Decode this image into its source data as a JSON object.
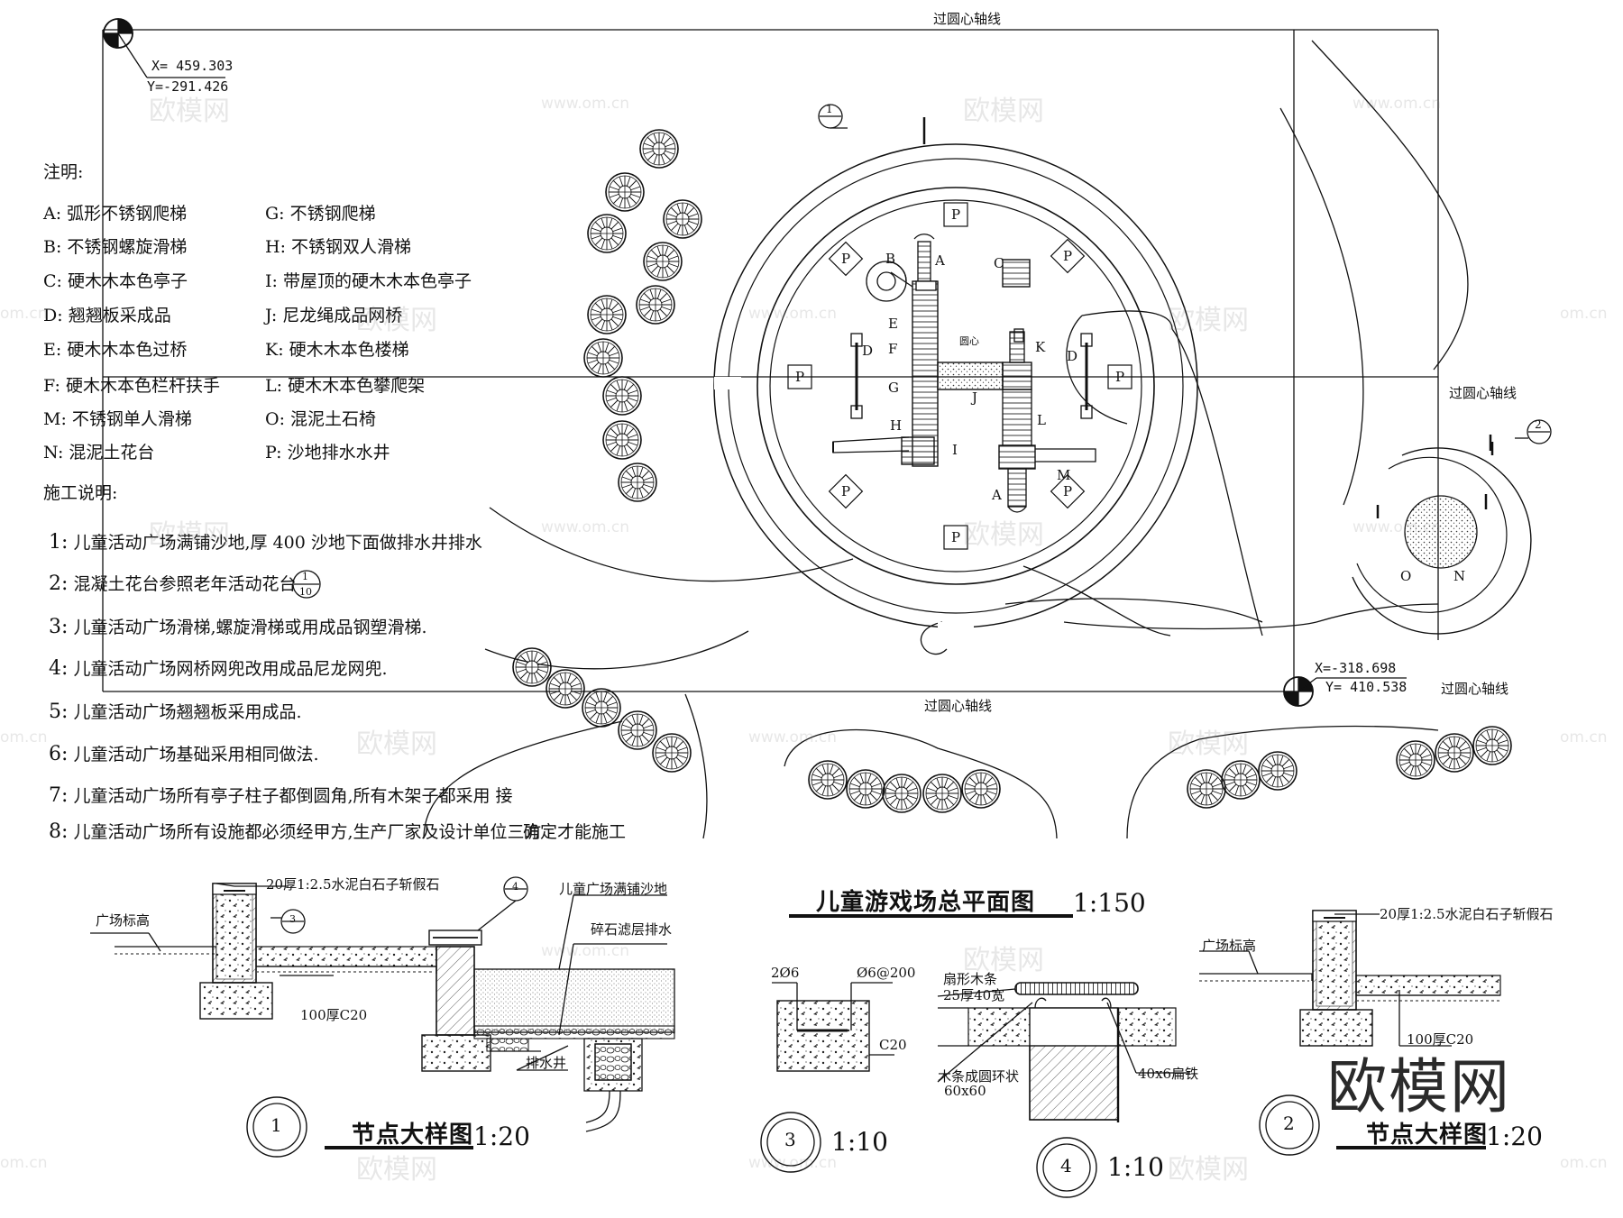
{
  "axis_labels": {
    "top": "过圆心轴线",
    "right_mid": "过圆心轴线",
    "bottom_mid": "过圆心轴线",
    "bottom_right": "过圆心轴线"
  },
  "coords": {
    "top_left": {
      "x": "X= 459.303",
      "y": "Y=-291.426"
    },
    "bottom_right": {
      "x": "X=-318.698",
      "y": "Y= 410.538"
    }
  },
  "notes": {
    "heading": "注明:",
    "left": [
      {
        "key": "A:",
        "text": "弧形不锈钢爬梯"
      },
      {
        "key": "B:",
        "text": "不锈钢螺旋滑梯"
      },
      {
        "key": "C:",
        "text": "硬木木本色亭子"
      },
      {
        "key": "D:",
        "text": "翘翘板采成品"
      },
      {
        "key": "E:",
        "text": "硬木木本色过桥"
      },
      {
        "key": "F:",
        "text": "硬木木本色栏杆扶手"
      },
      {
        "key": "M:",
        "text": "不锈钢单人滑梯"
      },
      {
        "key": "N:",
        "text": "混泥土花台"
      }
    ],
    "right": [
      {
        "key": "G:",
        "text": "不锈钢爬梯"
      },
      {
        "key": "H:",
        "text": "不锈钢双人滑梯"
      },
      {
        "key": "I:",
        "text": "带屋顶的硬木木本色亭子"
      },
      {
        "key": "J:",
        "text": "尼龙绳成品网桥"
      },
      {
        "key": "K:",
        "text": "硬木木本色楼梯"
      },
      {
        "key": "L:",
        "text": "硬木木本色攀爬架"
      },
      {
        "key": "O:",
        "text": "混泥土石椅"
      },
      {
        "key": "P:",
        "text": "沙地排水水井"
      }
    ]
  },
  "construction": {
    "heading": "施工说明:",
    "items": [
      {
        "num": "1:",
        "text": "儿童活动广场满铺沙地,厚   400 沙地下面做排水井排水"
      },
      {
        "num": "2:",
        "text": "混凝土花台参照老年活动花台"
      },
      {
        "num": "3:",
        "text": "儿童活动广场滑梯,螺旋滑梯或用成品钢塑滑梯."
      },
      {
        "num": "4:",
        "text": "儿童活动广场网桥网兜改用成品尼龙网兜."
      },
      {
        "num": "5:",
        "text": "儿童活动广场翘翘板采用成品."
      },
      {
        "num": "6:",
        "text": "儿童活动广场基础采用相同做法."
      },
      {
        "num": "7:",
        "text": "儿童活动广场所有亭子柱子都倒圆角,所有木架子都采用  接"
      },
      {
        "num": "8:",
        "text": "儿童活动广场所有设施都必须经甲方,生产厂家及设计单位三方"
      }
    ],
    "item8_tail": "确定才能施工",
    "ref_top": "1",
    "ref_bottom": "10"
  },
  "plan": {
    "letters": [
      "A",
      "B",
      "C",
      "D",
      "E",
      "F",
      "G",
      "H",
      "I",
      "J",
      "K",
      "L",
      "M",
      "A",
      "D"
    ],
    "center_label": "圆心",
    "pit_label": "P",
    "o_label": "O",
    "n_label": "N",
    "callout_1": "1",
    "callout_2": "2"
  },
  "titles": {
    "main": "儿童游戏场总平面图",
    "main_scale": "1:150",
    "detail1_title": "节点大样图",
    "detail1_scale": "1:20",
    "detail2_title": "节点大样图",
    "detail2_scale": "1:20",
    "d1_num": "1",
    "d2_num": "2",
    "d3_num": "3",
    "d3_scale": "1:10",
    "d4_num": "4",
    "d4_scale": "1:10"
  },
  "detail1": {
    "cap": "20厚1:2.5水泥白石子斩假石",
    "plaza": "广场标高",
    "c20": "100厚C20",
    "sand": "儿童广场满铺沙地",
    "gravel": "碎石滤层排水",
    "well": "排水井",
    "ref3": "3",
    "ref4": "4"
  },
  "detail2": {
    "cap": "20厚1:2.5水泥白石子斩假石",
    "plaza": "广场标高",
    "c20": "100厚C20"
  },
  "detail3": {
    "rebar1": "2Ø6",
    "rebar2": "Ø6@200",
    "c20": "C20"
  },
  "detail4": {
    "strip": "扇形木条",
    "strip2": "25厚40宽",
    "ring": "木条成圆环状",
    "post": "60x60",
    "iron": "40x6扁铁"
  },
  "watermarks": {
    "brand": "欧模网",
    "site": "www.om.cn",
    "partial": "om.cn"
  }
}
